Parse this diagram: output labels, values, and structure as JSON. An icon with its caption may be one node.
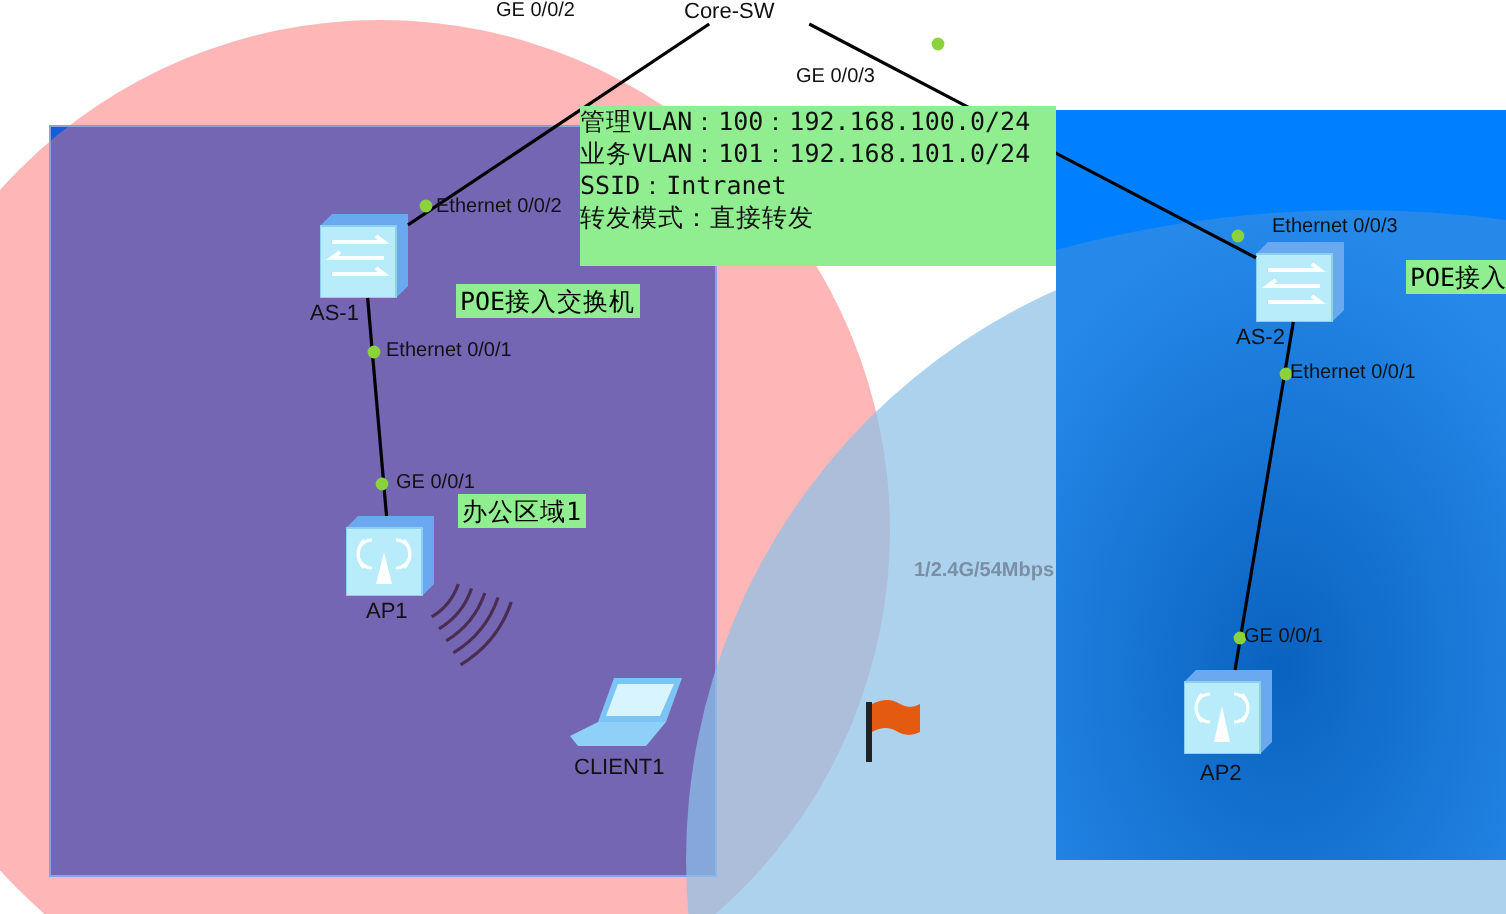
{
  "diagram": {
    "nodes": [
      {
        "text": [
          "Core-SW"
        ]
      },
      {
        "text": [
          "AS-1"
        ]
      },
      {
        "text": [
          "AS-2"
        ]
      },
      {
        "text": [
          "AP1"
        ]
      },
      {
        "text": [
          "AP2"
        ]
      },
      {
        "text": [
          "CLIENT1"
        ]
      }
    ],
    "edges": [
      {
        "from": 0,
        "to": 1,
        "arrow": "none"
      },
      {
        "from": 0,
        "to": 2,
        "arrow": "none"
      },
      {
        "from": 1,
        "to": 3,
        "arrow": "none"
      },
      {
        "from": 2,
        "to": 4,
        "arrow": "none"
      }
    ],
    "labels": [
      "GE 0/0/2",
      "GE 0/0/3",
      "Ethernet 0/0/2",
      "管理VLAN：100：192.168.100.0/24",
      "业务VLAN：101：192.168.101.0/24",
      "SSID：Intranet",
      "转发模式：直接转发",
      "Ethernet 0/0/3",
      "POE接入交换机",
      "POE接入",
      "Ethernet 0/0/1",
      "Ethernet 0/0/1",
      "办公区域1",
      "1/2.4G/54Mbps",
      "GE 0/0/1",
      "GE 0/0/1"
    ]
  }
}
